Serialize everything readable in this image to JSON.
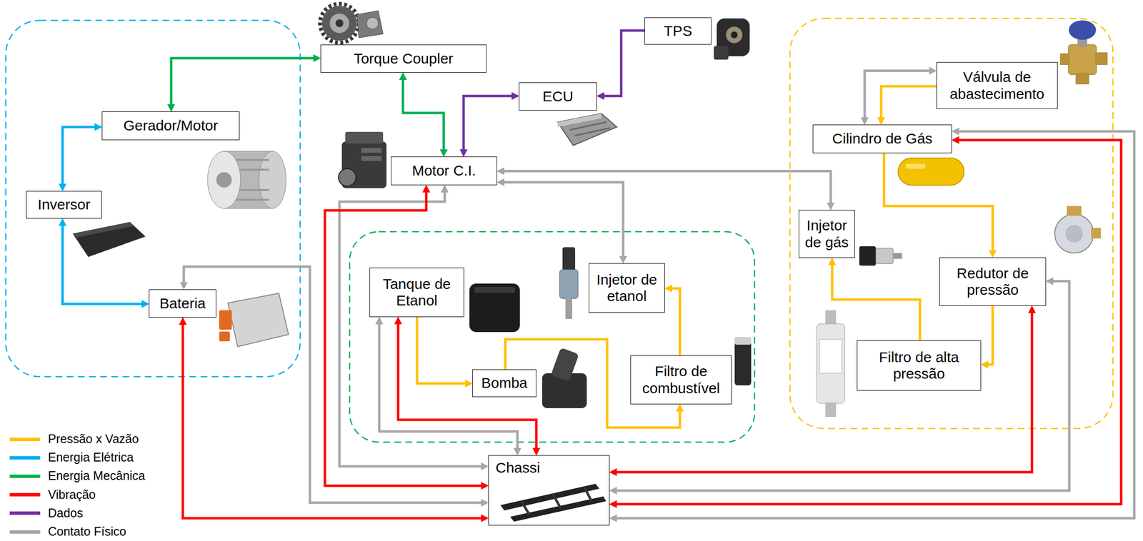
{
  "diagram": {
    "nodes": [
      {
        "text": [
          "Torque Coupler"
        ]
      },
      {
        "text": [
          "TPS"
        ]
      },
      {
        "text": [
          "ECU"
        ]
      },
      {
        "text": [
          "Gerador/Motor"
        ]
      },
      {
        "text": [
          "Motor C.I."
        ]
      },
      {
        "text": [
          "Válvula de abastecimento"
        ]
      },
      {
        "text": [
          "Cilindro de Gás"
        ]
      },
      {
        "text": [
          "Inversor"
        ]
      },
      {
        "text": [
          "Injetor de gás"
        ]
      },
      {
        "text": [
          "Redutor de pressão"
        ]
      },
      {
        "text": [
          "Tanque de Etanol"
        ]
      },
      {
        "text": [
          "Injetor de etanol"
        ]
      },
      {
        "text": [
          "Bateria"
        ]
      },
      {
        "text": [
          "Filtro de alta pressão"
        ]
      },
      {
        "text": [
          "Bomba"
        ]
      },
      {
        "text": [
          "Filtro de combustível"
        ]
      },
      {
        "text": [
          "Chassi"
        ]
      }
    ],
    "edges": [
      {
        "from": 3,
        "to": 0,
        "arrow": "both"
      },
      {
        "from": 0,
        "to": 4,
        "arrow": "both"
      },
      {
        "from": 7,
        "to": 3,
        "arrow": "both"
      },
      {
        "from": 7,
        "to": 12,
        "arrow": "both"
      },
      {
        "from": 4,
        "to": 2,
        "arrow": "both"
      },
      {
        "from": 1,
        "to": 2,
        "arrow": "to"
      },
      {
        "from": 5,
        "to": 6,
        "arrow": "both"
      },
      {
        "from": 5,
        "to": 6,
        "arrow": "to"
      },
      {
        "from": 4,
        "to": 8,
        "arrow": "both"
      },
      {
        "from": 4,
        "to": 11,
        "arrow": "both"
      },
      {
        "from": 4,
        "to": 16,
        "arrow": "both"
      },
      {
        "from": 4,
        "to": 16,
        "arrow": "both"
      },
      {
        "from": 6,
        "to": 9,
        "arrow": "to"
      },
      {
        "from": 12,
        "to": 16,
        "arrow": "both"
      },
      {
        "from": 12,
        "to": 16,
        "arrow": "both"
      },
      {
        "from": 10,
        "to": 14,
        "arrow": "to"
      },
      {
        "from": 10,
        "to": 16,
        "arrow": "both"
      },
      {
        "from": 10,
        "to": 16,
        "arrow": "both"
      },
      {
        "from": 14,
        "to": 15,
        "arrow": "to"
      },
      {
        "from": 15,
        "to": 11,
        "arrow": "to"
      },
      {
        "from": 9,
        "to": 13,
        "arrow": "to"
      },
      {
        "from": 13,
        "to": 8,
        "arrow": "to"
      },
      {
        "from": 9,
        "to": 16,
        "arrow": "both"
      },
      {
        "from": 9,
        "to": 16,
        "arrow": "both"
      },
      {
        "from": 6,
        "to": 16,
        "arrow": "both"
      },
      {
        "from": 6,
        "to": 16,
        "arrow": "both"
      }
    ],
    "legend": [
      {
        "text": "Pressão x Vazão",
        "color": "#FFC000"
      },
      {
        "text": "Energia Elétrica",
        "color": "#00B0F0"
      },
      {
        "text": "Energia Mecânica",
        "color": "#00B050"
      },
      {
        "text": "Vibração",
        "color": "#FF0000"
      },
      {
        "text": "Dados",
        "color": "#7030A0"
      },
      {
        "text": "Contato Físico",
        "color": "#A6A6A6"
      }
    ]
  }
}
